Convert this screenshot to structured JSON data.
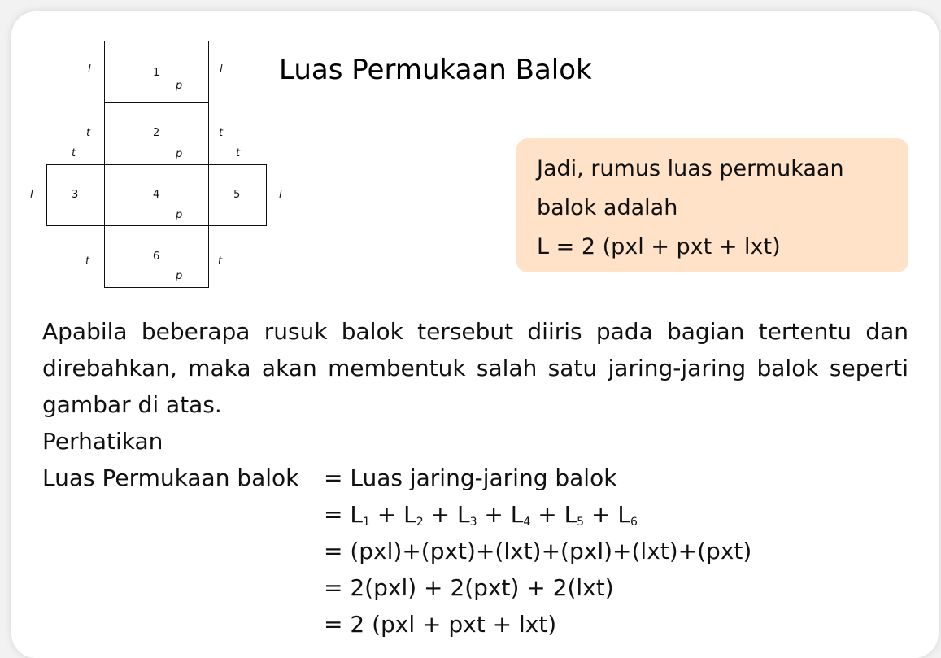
{
  "title": "Luas Permukaan Balok",
  "conclusion": {
    "line1": "Jadi, rumus luas permukaan",
    "line2": "balok adalah",
    "line3": "L = 2 (pxl + pxt + lxt)"
  },
  "net": {
    "faces": [
      "1",
      "2",
      "3",
      "4",
      "5",
      "6"
    ],
    "edge_labels": {
      "p": "p",
      "l": "l",
      "t": "t"
    }
  },
  "body": {
    "paragraph": "Apabila beberapa rusuk balok tersebut diiris pada bagian tertentu dan direbahkan, maka akan membentuk salah satu jaring-jaring balok seperti gambar di atas.",
    "perhatikan": "Perhatikan",
    "lhs": "Luas Permukaan balok",
    "eq1": "= Luas jaring-jaring balok",
    "eq2": {
      "prefix": "=",
      "terms": [
        "L",
        "L",
        "L",
        "L",
        "L",
        "L"
      ],
      "subs": [
        "1",
        "2",
        "3",
        "4",
        "5",
        "6"
      ]
    },
    "eq3": "= (pxl)+(pxt)+(lxt)+(pxl)+(lxt)+(pxt)",
    "eq4": "= 2(pxl) + 2(pxt) + 2(lxt)",
    "eq5": "= 2 (pxl + pxt + lxt)"
  },
  "colors": {
    "card_bg": "#ffffff",
    "page_bg": "#f2f2f2",
    "conclusion_bg": "#ffe2c8"
  }
}
